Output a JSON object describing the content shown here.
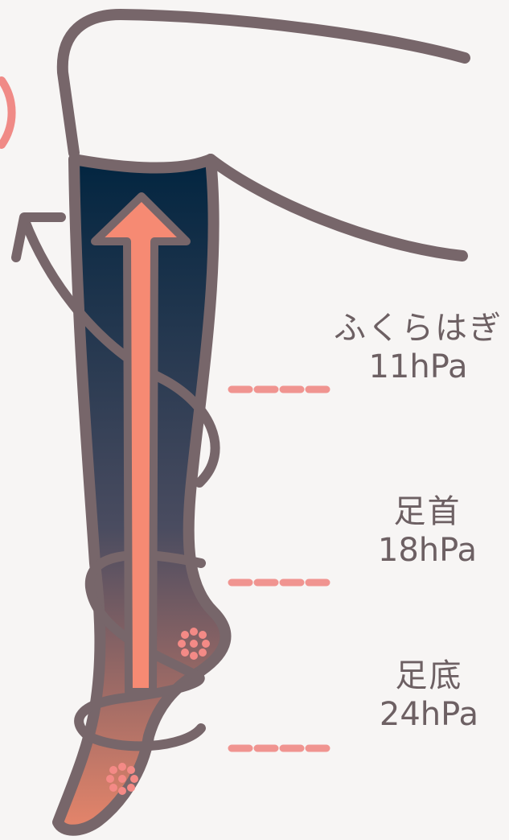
{
  "labels": [
    {
      "name": "ふくらはぎ",
      "value": "11hPa"
    },
    {
      "name": "足首",
      "value": "18hPa"
    },
    {
      "name": "足底",
      "value": "24hPa"
    }
  ],
  "colors": {
    "background": "#f7f5f4",
    "outline": "#77666a",
    "stocking_top": "#022540",
    "stocking_mid": "#4a4c60",
    "stocking_bottom": "#e6856a",
    "arrow": "#f68a73",
    "dash": "#f09490",
    "text": "#6d6063"
  },
  "icons": [
    "pressure-flower-icon",
    "upward-arrow-icon",
    "spiral-arrow-icon"
  ]
}
